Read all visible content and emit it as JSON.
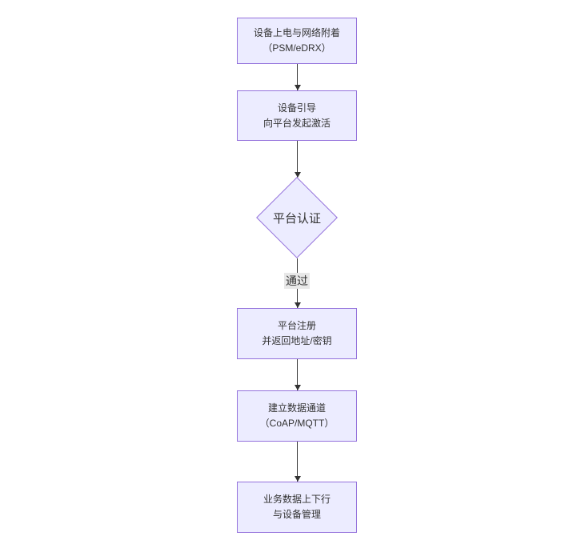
{
  "diagram": {
    "type": "flowchart",
    "direction": "top-down",
    "colors": {
      "node_fill": "#ECECFF",
      "node_border": "#9370DB",
      "edge_line": "#333333",
      "edge_label_bg": "#e8e8e8",
      "text": "#333333",
      "background": "#ffffff"
    },
    "nodes": [
      {
        "id": "power-attach",
        "shape": "rect",
        "label": "设备上电与网络附着\n（PSM/eDRX）"
      },
      {
        "id": "bootstrap",
        "shape": "rect",
        "label": "设备引导\n向平台发起激活"
      },
      {
        "id": "platform-auth",
        "shape": "diamond",
        "label": "平台认证"
      },
      {
        "id": "platform-register",
        "shape": "rect",
        "label": "平台注册\n并返回地址/密钥"
      },
      {
        "id": "data-channel",
        "shape": "rect",
        "label": "建立数据通道\n（CoAP/MQTT）"
      },
      {
        "id": "business-data",
        "shape": "rect",
        "label": "业务数据上下行\n与设备管理"
      }
    ],
    "edges": [
      {
        "from": "power-attach",
        "to": "bootstrap",
        "label": ""
      },
      {
        "from": "bootstrap",
        "to": "platform-auth",
        "label": ""
      },
      {
        "from": "platform-auth",
        "to": "platform-register",
        "label": "通过"
      },
      {
        "from": "platform-register",
        "to": "data-channel",
        "label": ""
      },
      {
        "from": "data-channel",
        "to": "business-data",
        "label": ""
      }
    ]
  }
}
